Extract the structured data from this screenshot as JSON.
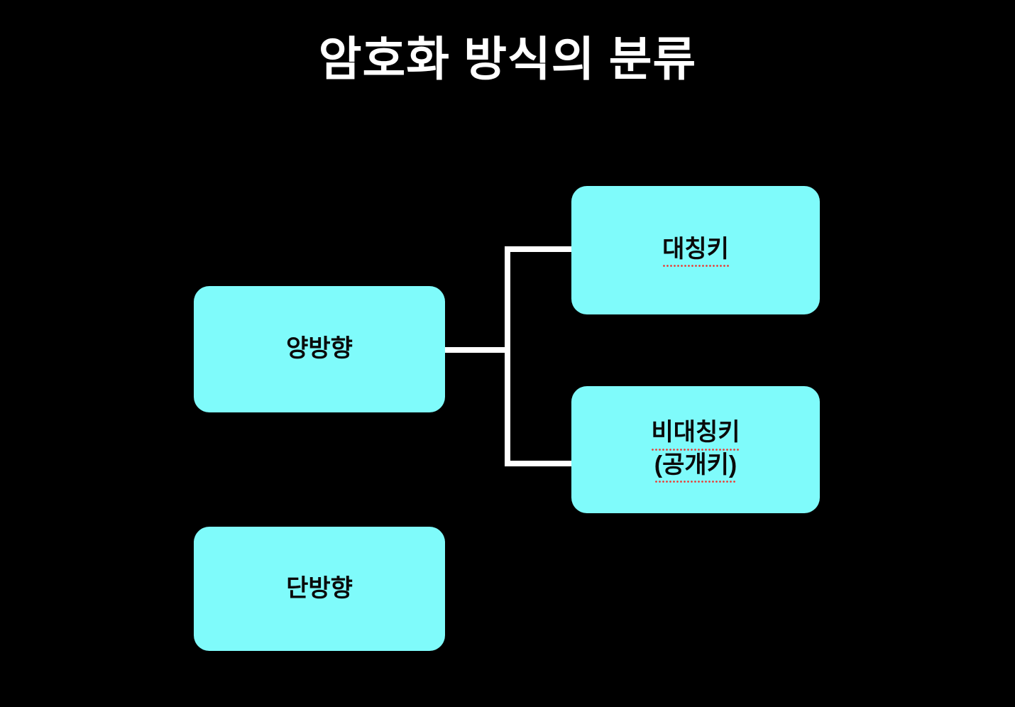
{
  "slide": {
    "title": "암호화 방식의 분류",
    "background_color": "#000000",
    "title_color": "#ffffff",
    "node_fill_color": "#7FFBFB",
    "node_text_color": "#0a0a0a",
    "connector_color": "#ffffff",
    "spellcheck_underline_color": "#E8403A"
  },
  "diagram": {
    "type": "tree",
    "orientation": "left-to-right",
    "nodes": [
      {
        "id": "bidirectional",
        "label": "양방향",
        "lines": [
          "양방향"
        ],
        "spellchecked": false,
        "level": 1
      },
      {
        "id": "unidirectional",
        "label": "단방향",
        "lines": [
          "단방향"
        ],
        "spellchecked": false,
        "level": 1
      },
      {
        "id": "symmetric",
        "label": "대칭키",
        "lines": [
          "대칭키"
        ],
        "spellchecked": true,
        "level": 2,
        "parent": "bidirectional"
      },
      {
        "id": "asymmetric",
        "label": "비대칭키 (공개키)",
        "lines": [
          "비대칭키",
          "(공개키)"
        ],
        "spellchecked": true,
        "level": 2,
        "parent": "bidirectional"
      }
    ],
    "edges": [
      {
        "from": "bidirectional",
        "to": "symmetric"
      },
      {
        "from": "bidirectional",
        "to": "asymmetric"
      }
    ]
  }
}
